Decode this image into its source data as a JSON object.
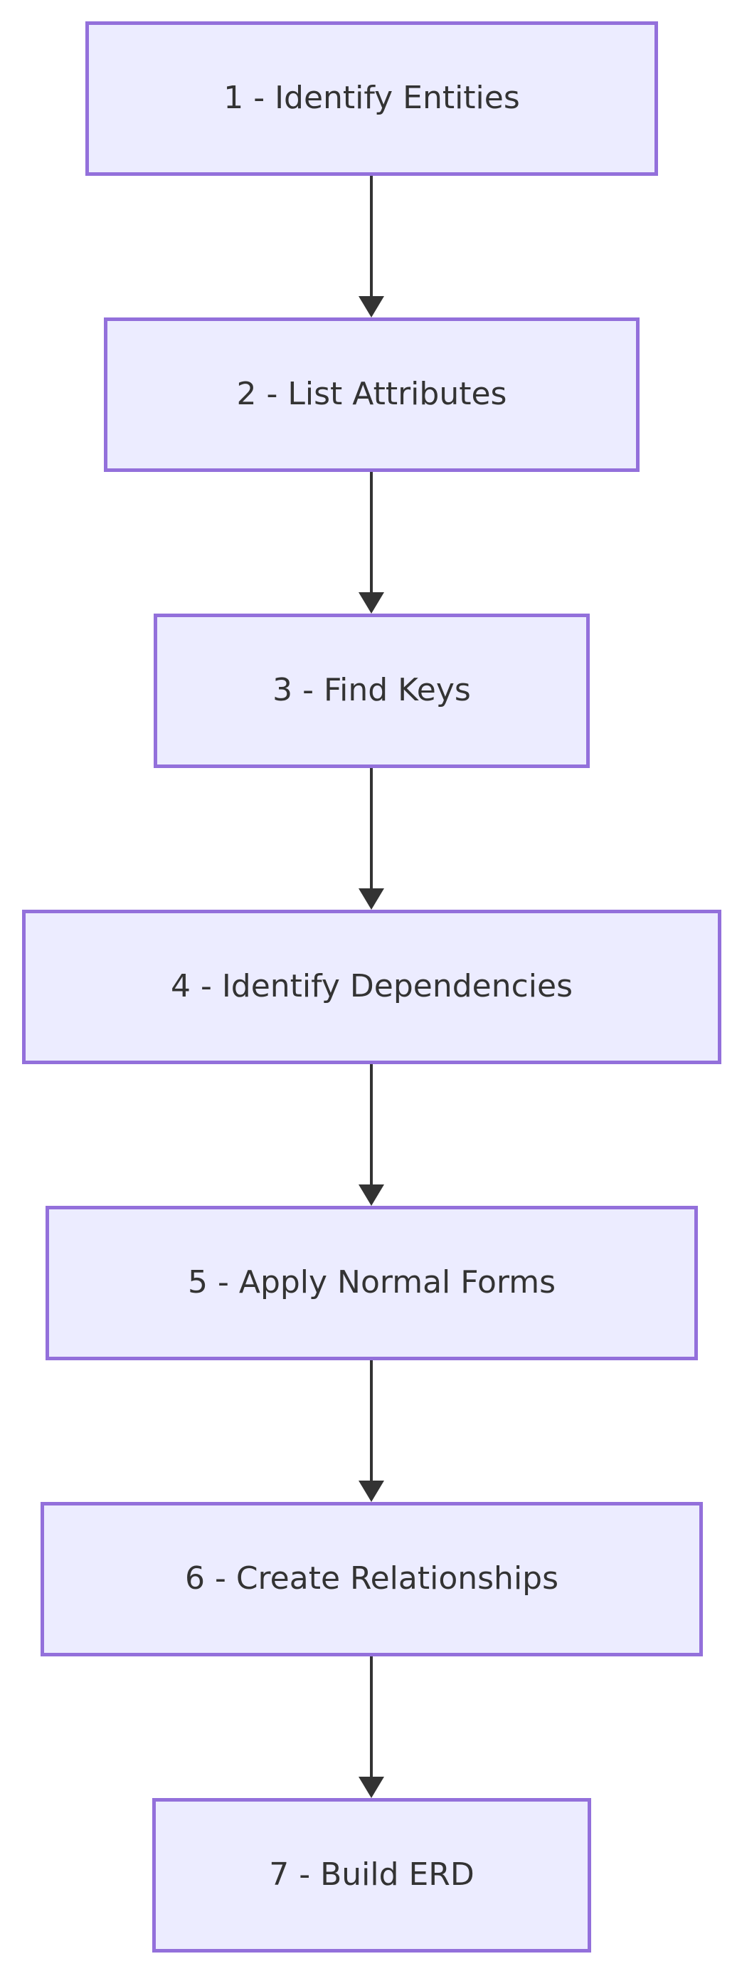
{
  "diagram": {
    "kind": "flowchart",
    "direction": "top-to-bottom",
    "nodes": [
      {
        "id": "step1",
        "label": "1 - Identify Entities"
      },
      {
        "id": "step2",
        "label": "2 - List Attributes"
      },
      {
        "id": "step3",
        "label": "3 - Find Keys"
      },
      {
        "id": "step4",
        "label": "4 - Identify Dependencies"
      },
      {
        "id": "step5",
        "label": "5 - Apply Normal Forms"
      },
      {
        "id": "step6",
        "label": "6 - Create Relationships"
      },
      {
        "id": "step7",
        "label": "7 - Build ERD"
      }
    ],
    "edges": [
      {
        "from": "step1",
        "to": "step2"
      },
      {
        "from": "step2",
        "to": "step3"
      },
      {
        "from": "step3",
        "to": "step4"
      },
      {
        "from": "step4",
        "to": "step5"
      },
      {
        "from": "step5",
        "to": "step6"
      },
      {
        "from": "step6",
        "to": "step7"
      }
    ],
    "colors": {
      "node_fill": "#ECECFF",
      "node_border": "#9370DB",
      "node_text": "#333333",
      "arrow": "#333333",
      "background": "#FFFFFF"
    }
  }
}
